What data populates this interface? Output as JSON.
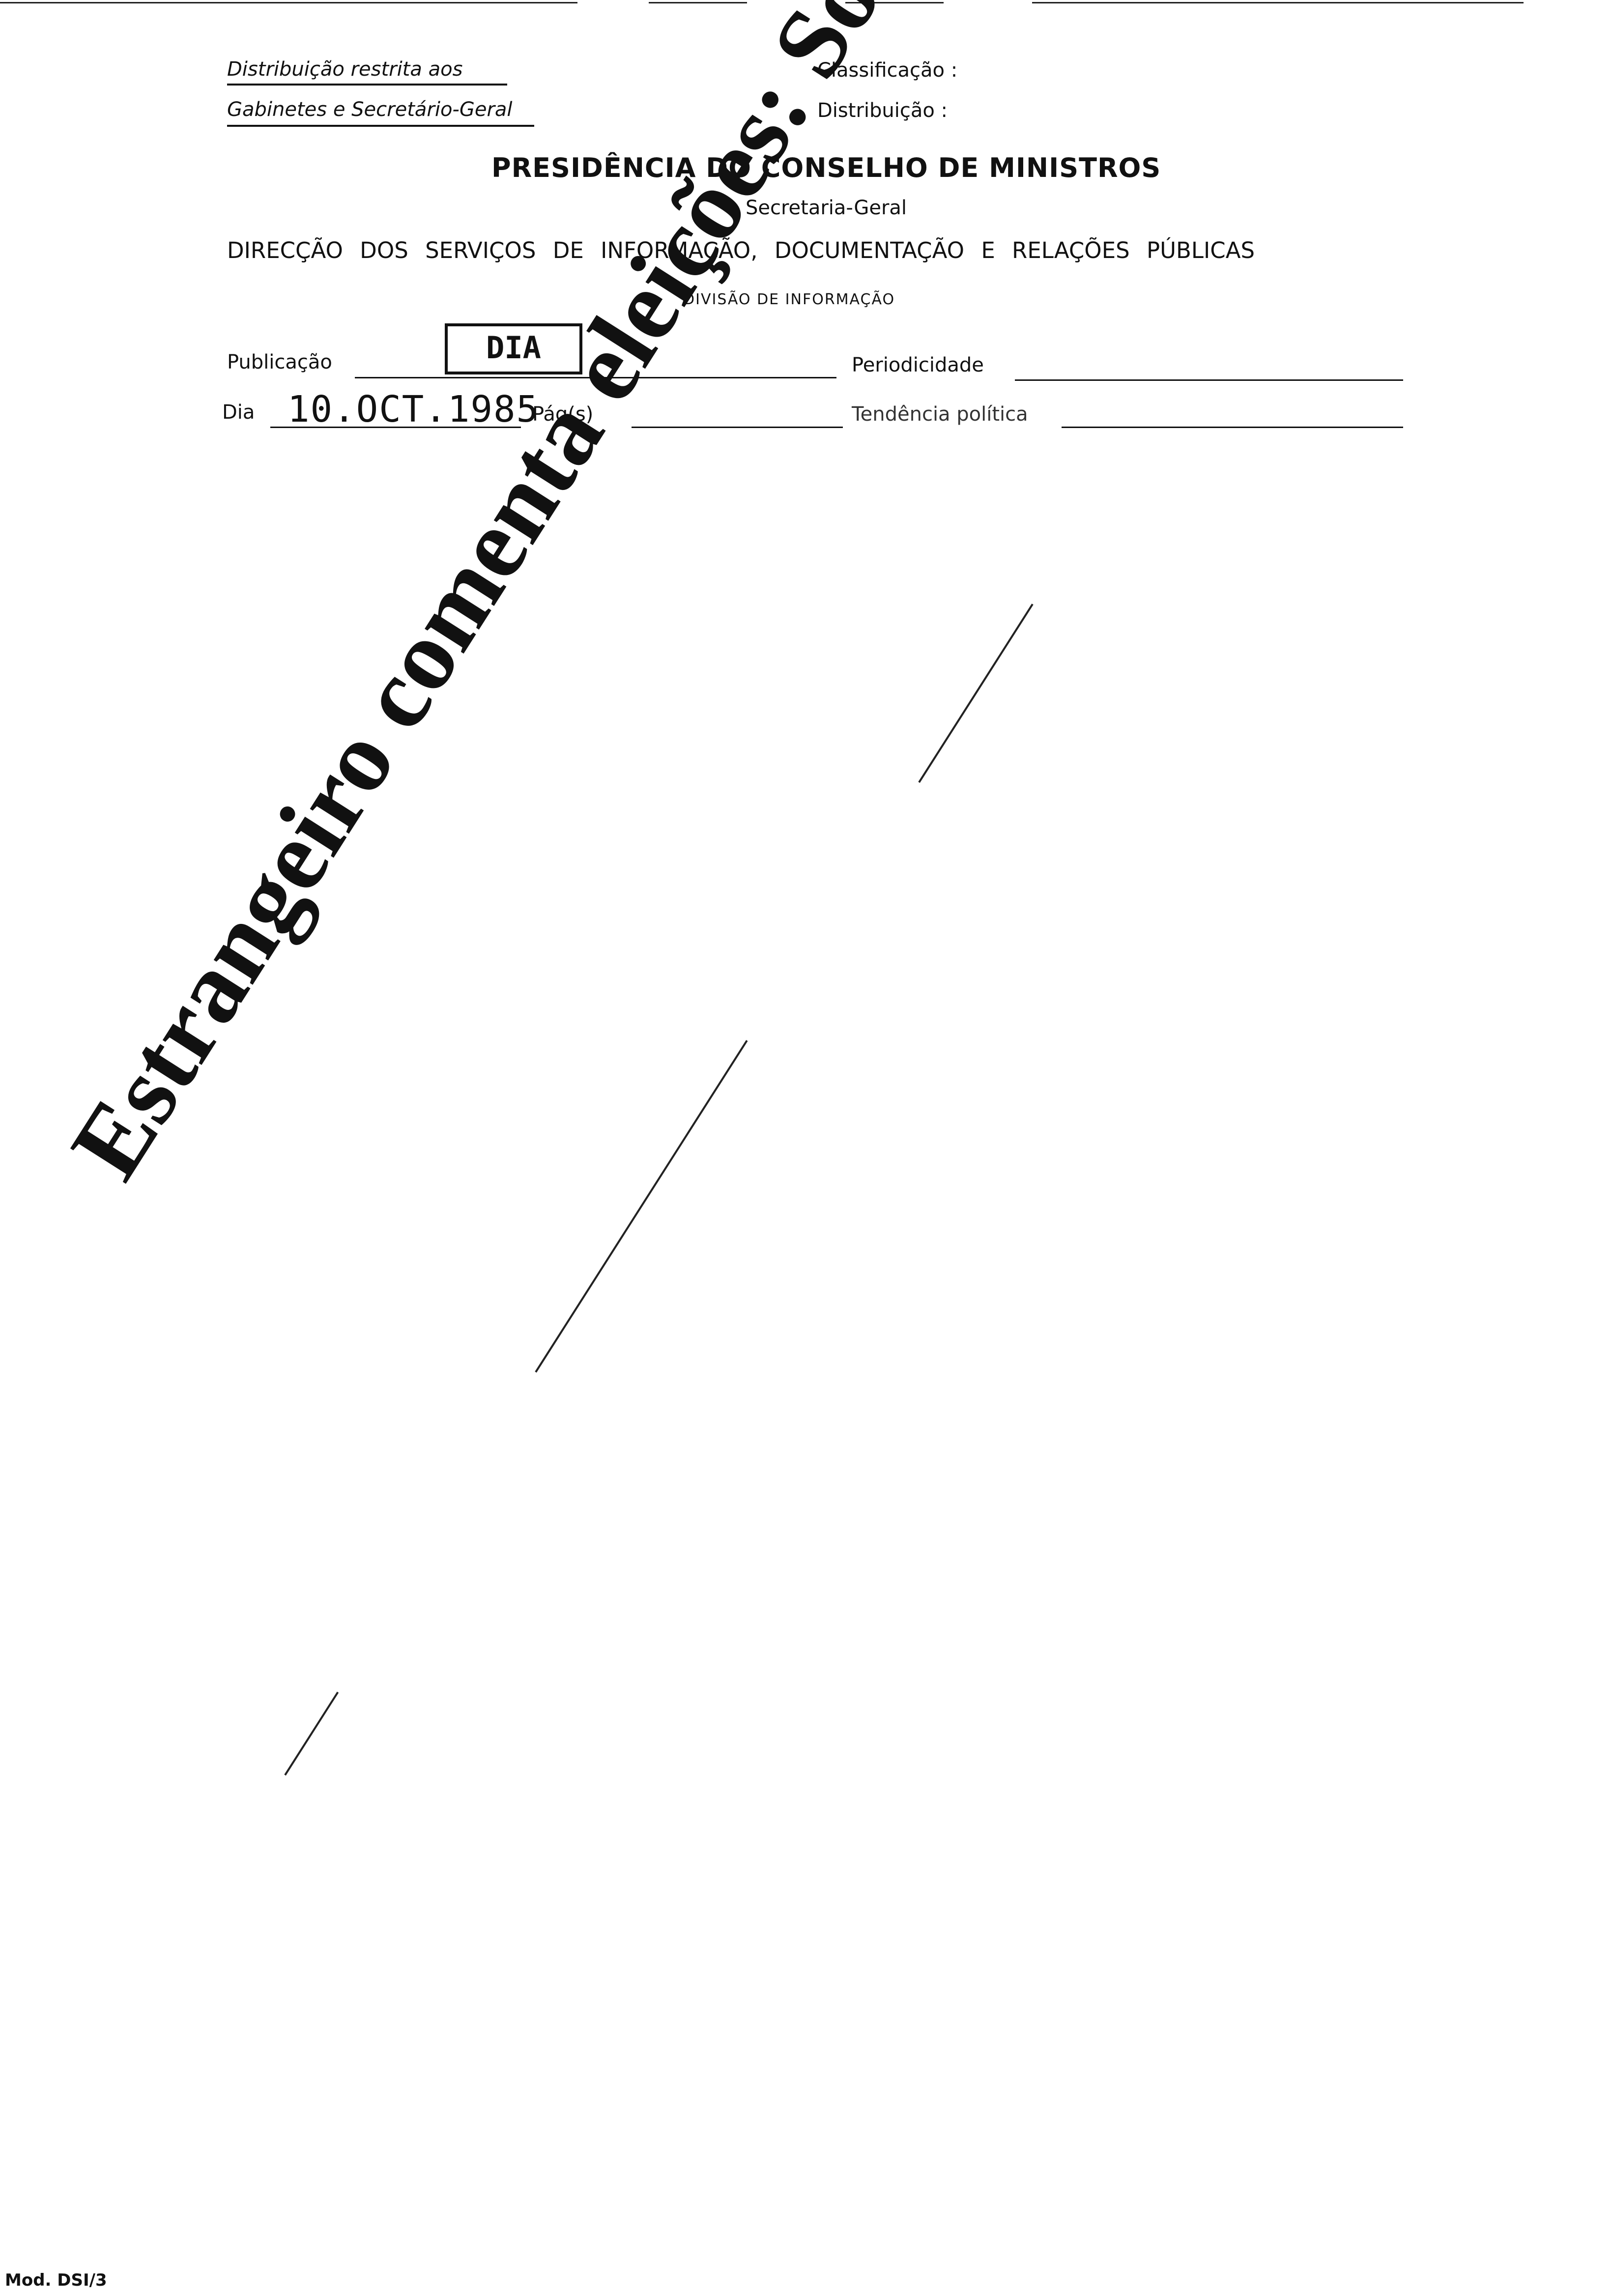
{
  "header": {
    "restricted_line1": "Distribuição restrita aos",
    "restricted_line2": "Gabinetes e Secretário-Geral",
    "classification_label": "Classificação :",
    "distribution_label": "Distribuição :",
    "title": "PRESIDÊNCIA DO CONSELHO DE MINISTROS",
    "subtitle": "Secretaria-Geral",
    "department": "DIRECÇÃO DOS SERVIÇOS DE INFORMAÇÃO, DOCUMENTAÇÃO E RELAÇÕES PÚBLICAS",
    "division": "DIVISÃO DE INFORMAÇÃO"
  },
  "form": {
    "publication_label": "Publicação",
    "publication_value": "DIA",
    "periodicity_label": "Periodicidade",
    "day_label": "Dia",
    "day_value": "10.OCT.1985",
    "pages_label": "Pág(s)",
    "tendency_label": "Tendência política"
  },
  "article": {
    "headline": "Estrangeiro comenta eleições: Soares «não soube perder»"
  },
  "footer": {
    "model": "Mod. DSI/3"
  }
}
